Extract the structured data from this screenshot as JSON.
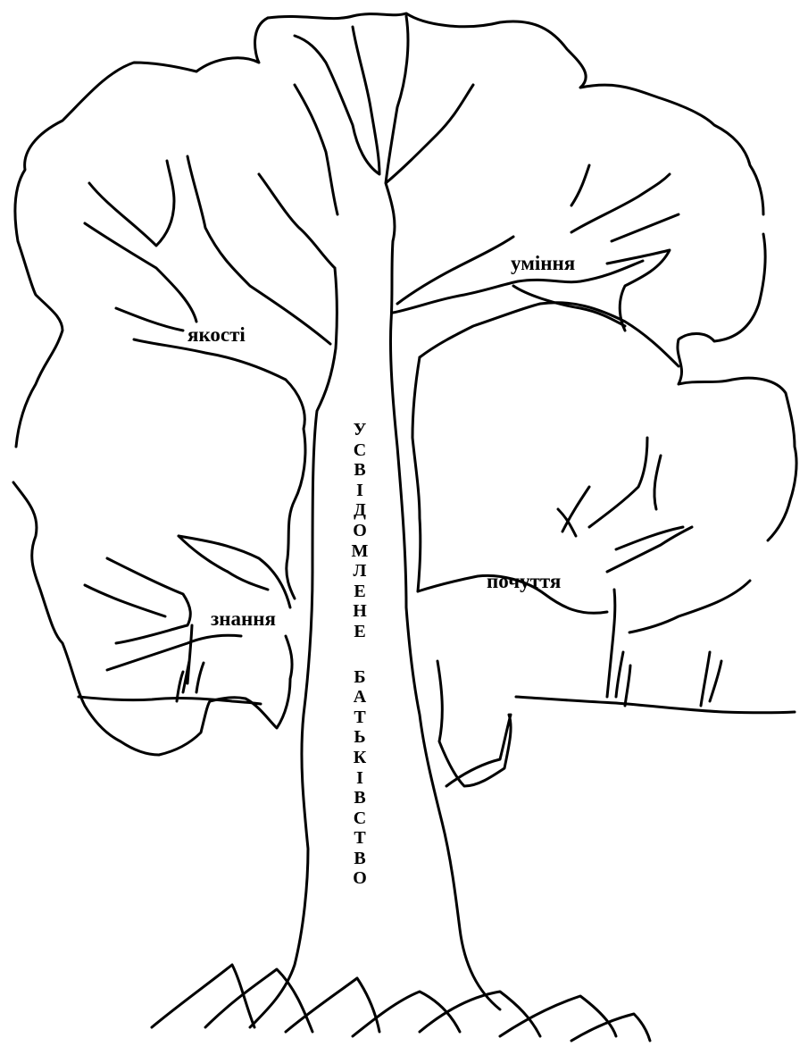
{
  "labels": {
    "qualities": "якості",
    "skills": "уміння",
    "knowledge": "знання",
    "feelings": "почуття"
  },
  "trunk": {
    "word1": [
      "У",
      "С",
      "В",
      "І",
      "Д",
      "О",
      "М",
      "Л",
      "Е",
      "Н",
      "Е"
    ],
    "word2": [
      "Б",
      "А",
      "Т",
      "Ь",
      "К",
      "І",
      "В",
      "С",
      "Т",
      "В",
      "О"
    ]
  },
  "colors": {
    "ink": "#000000",
    "paper": "#ffffff"
  }
}
